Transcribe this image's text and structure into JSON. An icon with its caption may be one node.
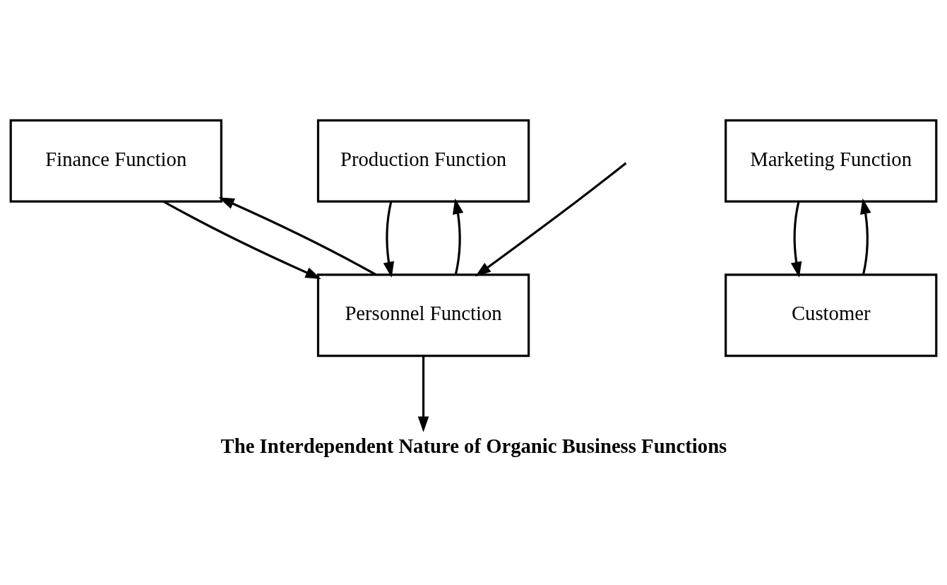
{
  "diagram": {
    "title": "The Interdependent Nature of Organic Business Functions",
    "nodes": [
      {
        "text": [
          "Finance Function"
        ]
      },
      {
        "text": [
          "Production Function"
        ]
      },
      {
        "text": [
          "Personnel Function"
        ]
      },
      {
        "text": [
          "Marketing Function"
        ]
      },
      {
        "text": [
          "Customer"
        ]
      }
    ],
    "edges": [
      {
        "from": 0,
        "to": 2,
        "arrow": "to"
      },
      {
        "from": 2,
        "to": 0,
        "arrow": "to"
      },
      {
        "from": 1,
        "to": 2,
        "arrow": "to"
      },
      {
        "from": 2,
        "to": 1,
        "arrow": "to"
      },
      {
        "from": null,
        "to": 2,
        "arrow": "to"
      },
      {
        "from": 2,
        "to": null,
        "arrow": "to"
      },
      {
        "from": 3,
        "to": 4,
        "arrow": "to"
      },
      {
        "from": 4,
        "to": 3,
        "arrow": "to"
      }
    ]
  }
}
